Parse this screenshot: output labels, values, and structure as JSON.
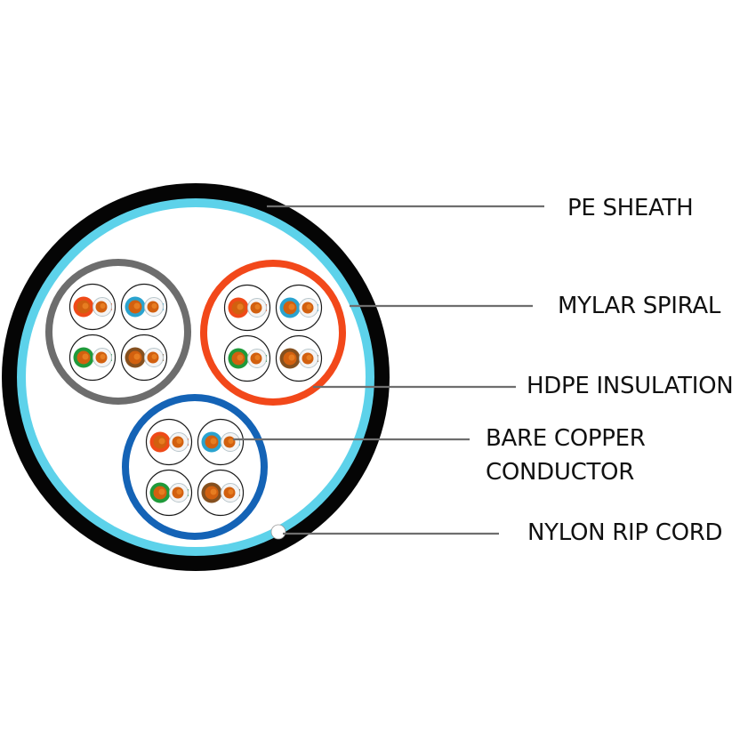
{
  "diagram": {
    "title": "Cable cross-section",
    "colors": {
      "sheath": "#050505",
      "mylar": "#5dd2ea",
      "core": "#ffffff",
      "leader": "#6e6e6e",
      "copper": "#d2600f",
      "copper_highlight": "#f08a2a",
      "pair_outline": "#1a1a1a",
      "white_insulation": "#f4f4f4",
      "white_insulation_rim": "#b8c6cc",
      "rip_cord": "#ffffff"
    },
    "groups": [
      {
        "name": "gray",
        "color": "#6d6d6d"
      },
      {
        "name": "orange",
        "color": "#f2481a"
      },
      {
        "name": "blue",
        "color": "#1463b6"
      }
    ],
    "pair_colors": [
      {
        "name": "orange",
        "color": "#ef4a18"
      },
      {
        "name": "blue",
        "color": "#2aa3cf"
      },
      {
        "name": "green",
        "color": "#1f9a3a"
      },
      {
        "name": "brown",
        "color": "#85501f"
      }
    ],
    "labels": [
      {
        "id": "pe-sheath",
        "lines": [
          "PE SHEATH"
        ]
      },
      {
        "id": "mylar-spiral",
        "lines": [
          "MYLAR SPIRAL"
        ]
      },
      {
        "id": "hdpe-insulation",
        "lines": [
          "HDPE INSULATION"
        ]
      },
      {
        "id": "bare-copper-conductor",
        "lines": [
          "BARE COPPER",
          "CONDUCTOR"
        ]
      },
      {
        "id": "nylon-rip-cord",
        "lines": [
          "NYLON RIP CORD"
        ]
      }
    ]
  }
}
